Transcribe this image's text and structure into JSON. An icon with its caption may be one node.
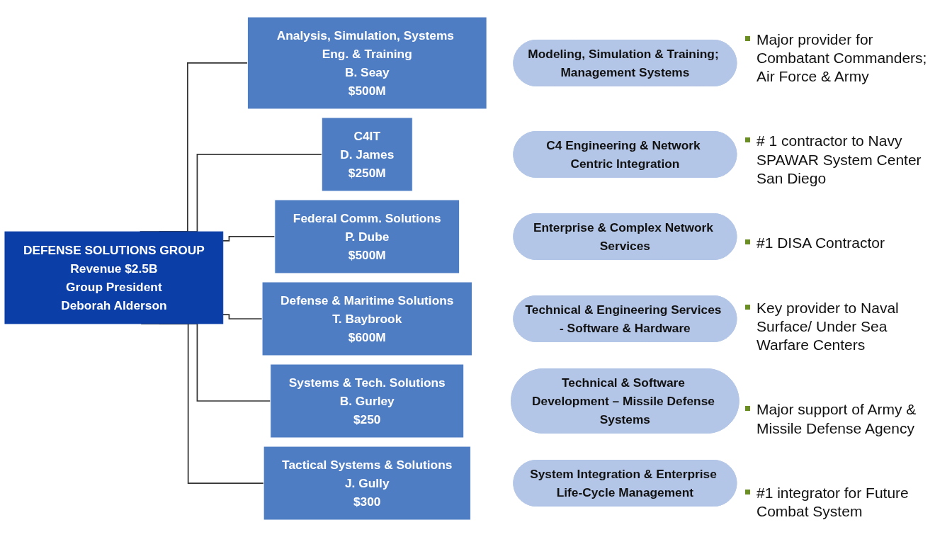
{
  "diagram": {
    "nodes": [
      {
        "text": [
          "DEFENSE SOLUTIONS GROUP",
          "Revenue $2.5B",
          "Group President",
          "Deborah Alderson"
        ]
      },
      {
        "text": [
          "Analysis, Simulation, Systems Eng. & Training",
          "B. Seay",
          "$500M"
        ]
      },
      {
        "text": [
          "Modeling, Simulation & Training; Management Systems"
        ]
      },
      {
        "text": [
          "C4IT",
          "D. James",
          "$250M"
        ]
      },
      {
        "text": [
          "C4 Engineering & Network Centric Integration"
        ]
      },
      {
        "text": [
          "Federal Comm. Solutions",
          "P. Dube",
          "$500M"
        ]
      },
      {
        "text": [
          "Enterprise & Complex Network Services"
        ]
      },
      {
        "text": [
          "Defense & Maritime Solutions",
          "T. Baybrook",
          "$600M"
        ]
      },
      {
        "text": [
          "Technical & Engineering Services - Software & Hardware"
        ]
      },
      {
        "text": [
          "Systems & Tech. Solutions",
          "B. Gurley",
          "$250"
        ]
      },
      {
        "text": [
          "Technical & Software Development – Missile Defense Systems"
        ]
      },
      {
        "text": [
          "Tactical Systems & Solutions",
          "J. Gully",
          "$300"
        ]
      },
      {
        "text": [
          "System Integration & Enterprise Life-Cycle Management"
        ]
      }
    ],
    "edges": [
      {
        "from": 0,
        "to": 1,
        "arrow": "none"
      },
      {
        "from": 0,
        "to": 3,
        "arrow": "none"
      },
      {
        "from": 0,
        "to": 5,
        "arrow": "none"
      },
      {
        "from": 0,
        "to": 7,
        "arrow": "none"
      },
      {
        "from": 0,
        "to": 9,
        "arrow": "none"
      },
      {
        "from": 0,
        "to": 11,
        "arrow": "none"
      }
    ],
    "labels": [
      "Major provider for Combatant Commanders; Air Force & Army",
      "# 1 contractor to Navy SPAWAR System Center San Diego",
      "#1 DISA Contractor",
      "Key provider to Naval Surface/ Under Sea Warfare Centers",
      "Major support of Army & Missile Defense Agency",
      "#1 integrator for Future Combat System"
    ]
  }
}
